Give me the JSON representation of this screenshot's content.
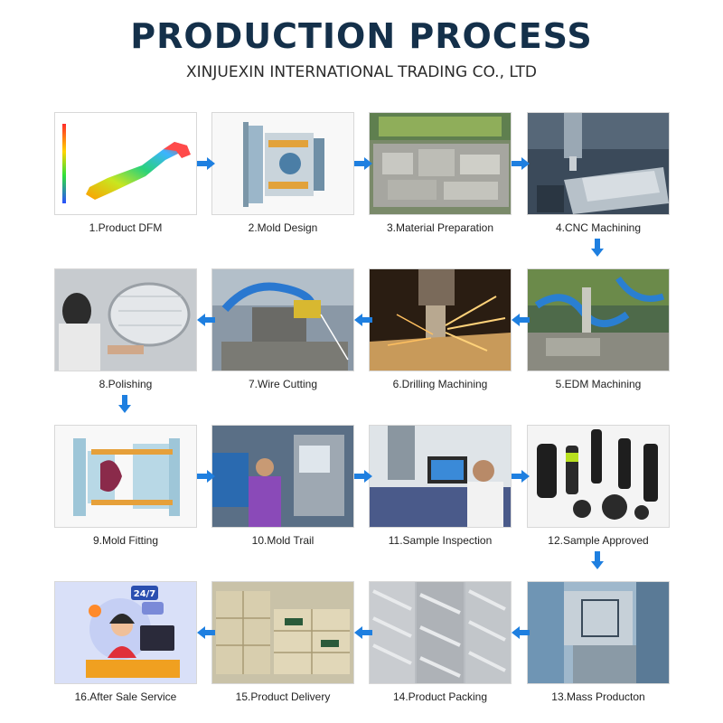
{
  "header": {
    "title": "PRODUCTION PROCESS",
    "subtitle": "XINJUEXIN INTERNATIONAL TRADING CO., LTD"
  },
  "steps": [
    {
      "label": "1.Product DFM"
    },
    {
      "label": "2.Mold Design"
    },
    {
      "label": "3.Material Preparation"
    },
    {
      "label": "4.CNC Machining"
    },
    {
      "label": "5.EDM Machining"
    },
    {
      "label": "6.Drilling Machining"
    },
    {
      "label": "7.Wire Cutting"
    },
    {
      "label": "8.Polishing"
    },
    {
      "label": "9.Mold Fitting"
    },
    {
      "label": "10.Mold Trail"
    },
    {
      "label": "11.Sample Inspection"
    },
    {
      "label": "12.Sample Approved"
    },
    {
      "label": "13.Mass Producton"
    },
    {
      "label": "14.Product Packing"
    },
    {
      "label": "15.Product Delivery"
    },
    {
      "label": "16.After Sale Service"
    }
  ],
  "service_badge": "24/7",
  "colors": {
    "arrow": "#1e7fe0",
    "title": "#14304a"
  }
}
